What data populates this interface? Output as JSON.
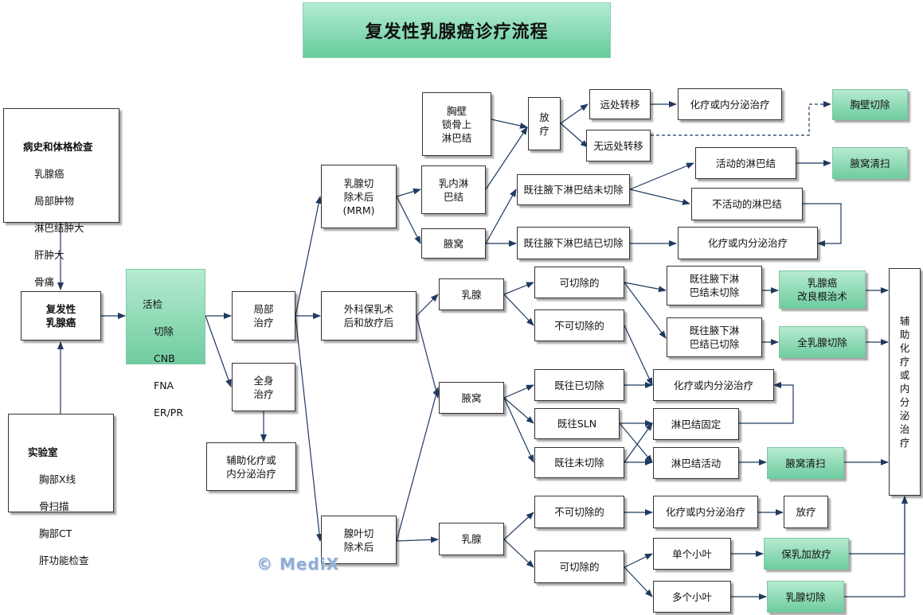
{
  "title": "复发性乳腺癌诊疗流程",
  "watermark": "© MediX",
  "history_exam": {
    "title": "病史和体格检查",
    "items": [
      "乳腺癌",
      "局部肿物",
      "淋巴结肿大",
      "肝肿大",
      "骨痛"
    ]
  },
  "lab": {
    "title": "实验室",
    "items": [
      "胸部X线",
      "骨扫描",
      "胸部CT",
      "肝功能检查"
    ]
  },
  "recurrent": "复发性\n乳腺癌",
  "biopsy": {
    "title": "活检",
    "items": [
      "切除",
      "CNB",
      "FNA",
      "ER/PR"
    ]
  },
  "nodes": {
    "local": "局部\n治疗",
    "systemic": "全身\n治疗",
    "adj_chemo_endo": "辅助化疗或\n内分泌治疗",
    "post_mrm": "乳腺切\n除术后\n(MRM)",
    "post_bcs": "外科保乳术\n后和放疗后",
    "post_lump": "腺叶切\n除术后",
    "chest_wall_nodes": "胸壁\n锁骨上\n淋巴结",
    "int_mammary": "乳内淋\n巴结",
    "axilla_1": "腋窝",
    "radio_1": "放\n疗",
    "distant_met": "远处转移",
    "no_distant_met": "无远处转移",
    "chemo_endo_1": "化疗或内分泌治疗",
    "chest_wall_resect": "胸壁切除",
    "prior_ax_not": "既往腋下淋巴结未切除",
    "active_nodes": "活动的淋巴结",
    "axillary_clear_1": "腋窝清扫",
    "inactive_nodes": "不活动的淋巴结",
    "prior_ax_done": "既往腋下淋巴结已切除",
    "chemo_endo_2": "化疗或内分泌治疗",
    "breast_1": "乳腺",
    "resectable_1": "可切除的",
    "unresectable_1": "不可切除的",
    "prior_ax_not_2": "既往腋下淋\n巴结未切除",
    "prior_ax_done_2": "既往腋下淋\n巴结已切除",
    "modified_radical": "乳腺癌\n改良根治术",
    "total_mastectomy_1": "全乳腺切除",
    "adjuvant_vertical": "辅\n助\n化\n疗\n或\n内\n分\n泌\n治\n疗",
    "axilla_2": "腋窝",
    "prior_resected": "既往已切除",
    "prior_sln": "既往SLN",
    "prior_not_resected": "既往未切除",
    "chemo_endo_3": "化疗或内分泌治疗",
    "node_fixed": "淋巴结固定",
    "node_mobile": "淋巴结活动",
    "axillary_clear_2": "腋窝清扫",
    "breast_2": "乳腺",
    "unresectable_2": "不可切除的",
    "resectable_2": "可切除的",
    "chemo_endo_4": "化疗或内分泌治疗",
    "radio_2": "放疗",
    "single_lobule": "单个小叶",
    "multi_lobule": "多个小叶",
    "bcs_radio": "保乳加放疗",
    "total_mastectomy_2": "乳腺切除"
  }
}
